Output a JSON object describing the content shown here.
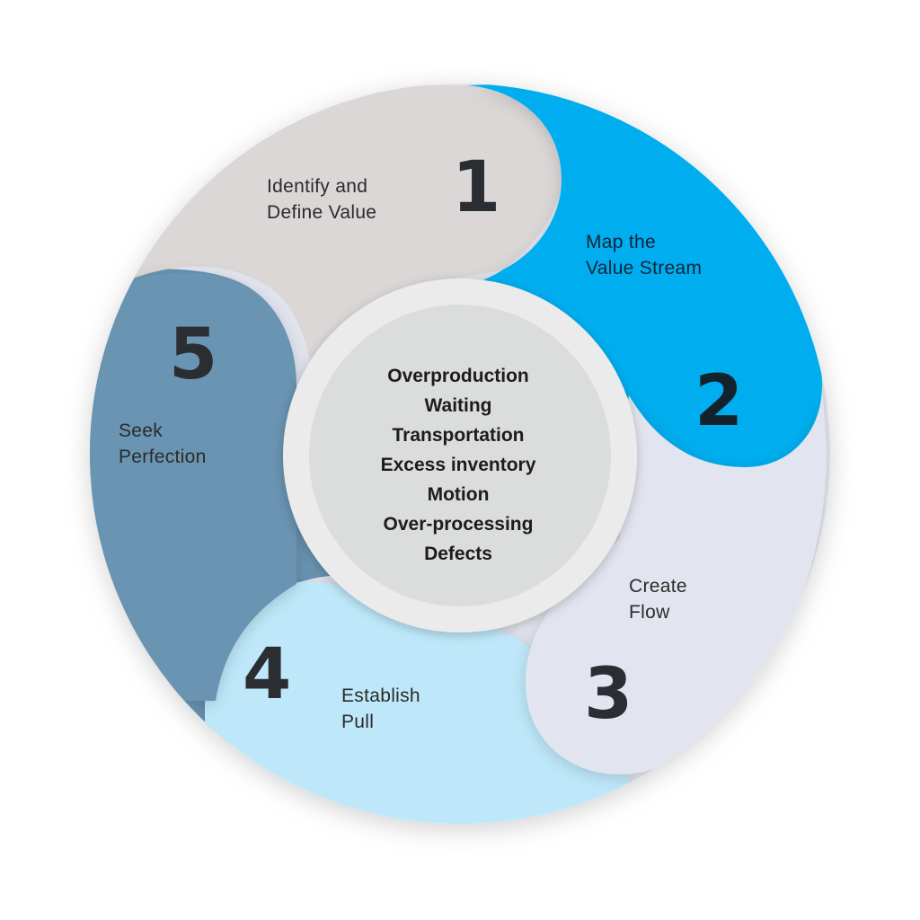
{
  "steps": [
    {
      "number": "1",
      "line1": "Identify and",
      "line2": "Define Value",
      "color": "#DAD7D6"
    },
    {
      "number": "2",
      "line1": "Map the",
      "line2": "Value Stream",
      "color": "#00AEEF"
    },
    {
      "number": "3",
      "line1": "Create",
      "line2": "Flow",
      "color": "#E2E5EF"
    },
    {
      "number": "4",
      "line1": "Establish",
      "line2": "Pull",
      "color": "#BEE8FA"
    },
    {
      "number": "5",
      "line1": "Seek",
      "line2": "Perfection",
      "color": "#6994B2"
    }
  ],
  "center": {
    "wastes": [
      "Overproduction",
      "Waiting",
      "Transportation",
      "Excess inventory",
      "Motion",
      "Over-processing",
      "Defects"
    ],
    "ring_color": "#EBEBEB",
    "fill_color": "#DBDCDC"
  }
}
